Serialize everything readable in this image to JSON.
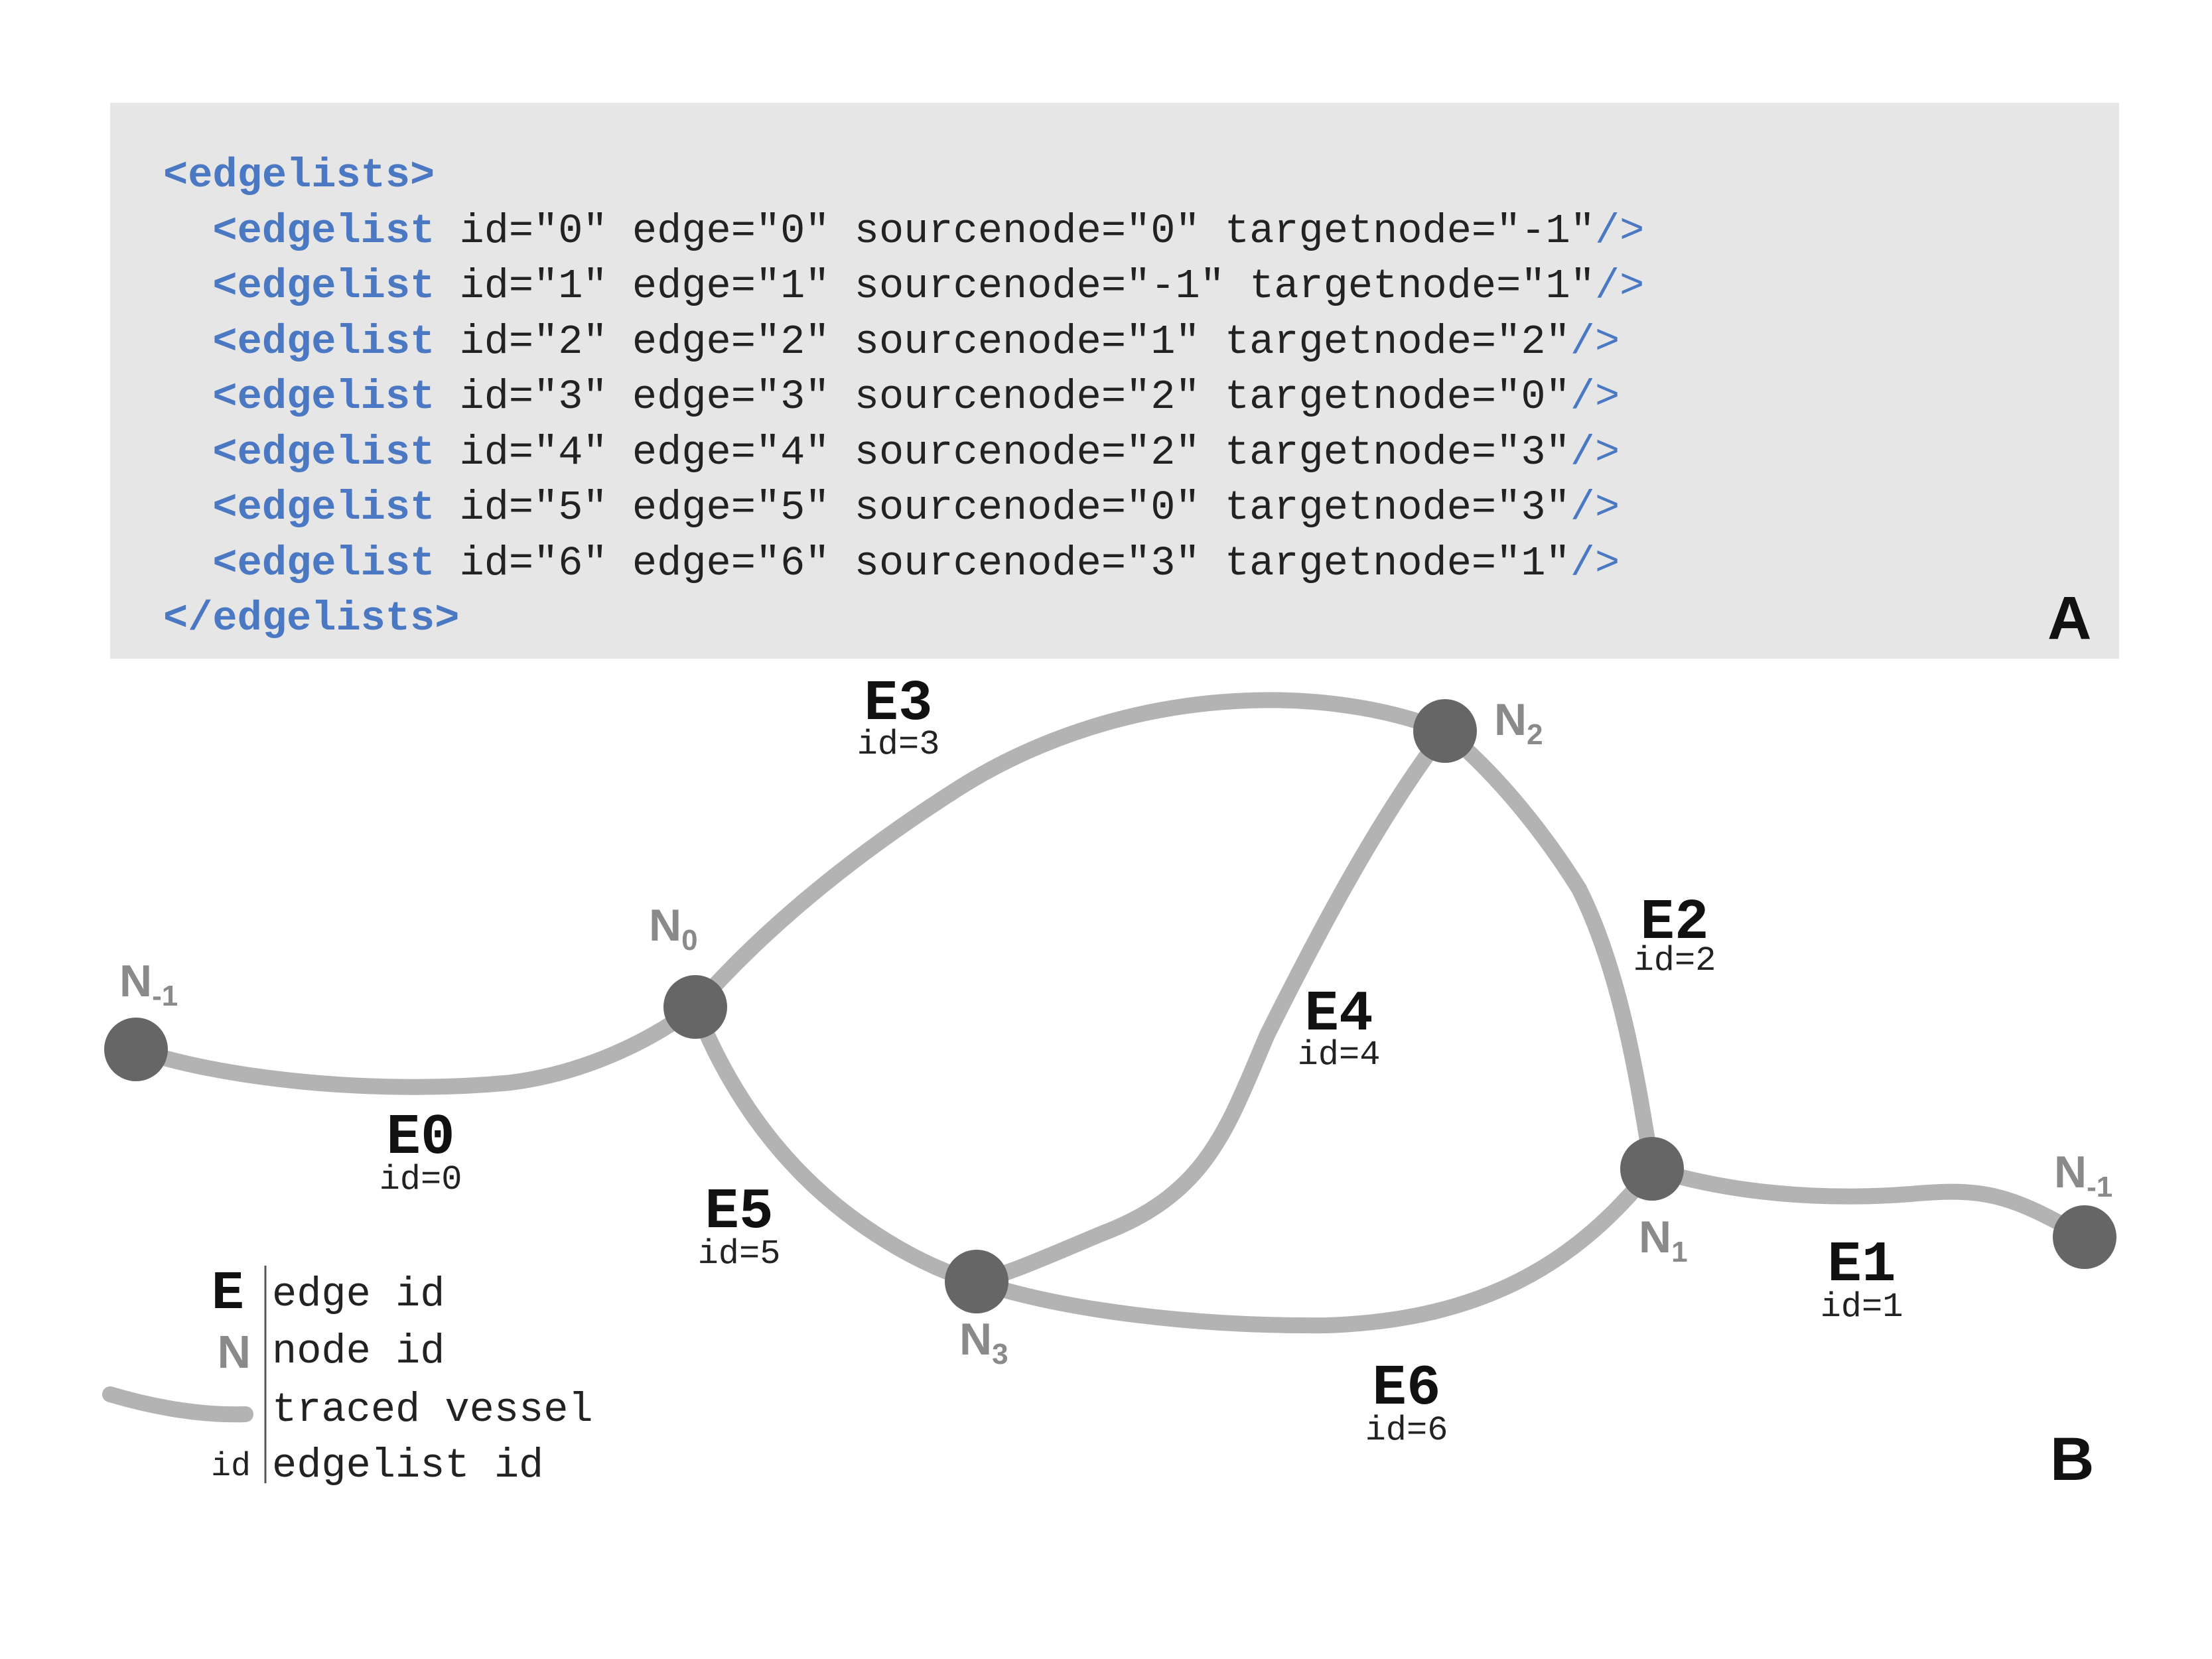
{
  "panel_a": {
    "open_tag": "<edgelists>",
    "close_tag": "</edgelists>",
    "item_tag": "<edgelist",
    "item_close": "/>",
    "rows": [
      {
        "attrs": " id=\"0\" edge=\"0\" sourcenode=\"0\" targetnode=\"-1\""
      },
      {
        "attrs": " id=\"1\" edge=\"1\" sourcenode=\"-1\" targetnode=\"1\""
      },
      {
        "attrs": " id=\"2\" edge=\"2\" sourcenode=\"1\" targetnode=\"2\""
      },
      {
        "attrs": " id=\"3\" edge=\"3\" sourcenode=\"2\" targetnode=\"0\""
      },
      {
        "attrs": " id=\"4\" edge=\"4\" sourcenode=\"2\" targetnode=\"3\""
      },
      {
        "attrs": " id=\"5\" edge=\"5\" sourcenode=\"0\" targetnode=\"3\""
      },
      {
        "attrs": " id=\"6\" edge=\"6\" sourcenode=\"3\" targetnode=\"1\""
      }
    ],
    "letter": "A"
  },
  "panel_b": {
    "letter": "B",
    "edges": [
      {
        "name": "E0",
        "id": "id=0"
      },
      {
        "name": "E1",
        "id": "id=1"
      },
      {
        "name": "E2",
        "id": "id=2"
      },
      {
        "name": "E3",
        "id": "id=3"
      },
      {
        "name": "E4",
        "id": "id=4"
      },
      {
        "name": "E5",
        "id": "id=5"
      },
      {
        "name": "E6",
        "id": "id=6"
      }
    ],
    "nodes": [
      {
        "base": "N",
        "sub": "-1"
      },
      {
        "base": "N",
        "sub": "0"
      },
      {
        "base": "N",
        "sub": "2"
      },
      {
        "base": "N",
        "sub": "1"
      },
      {
        "base": "N",
        "sub": "3"
      },
      {
        "base": "N",
        "sub": "-1"
      }
    ],
    "legend": [
      {
        "key": "E",
        "text": "edge id"
      },
      {
        "key": "N",
        "text": "node id"
      },
      {
        "key": "",
        "text": "traced vessel"
      },
      {
        "key": "id",
        "text": "edgelist id"
      }
    ]
  },
  "colors": {
    "panel_bg": "#e6e6e6",
    "tag_blue": "#4a78c2",
    "vessel_gray": "#b3b3b3",
    "node_dark": "#666666",
    "node_label": "#8a8a8a"
  }
}
